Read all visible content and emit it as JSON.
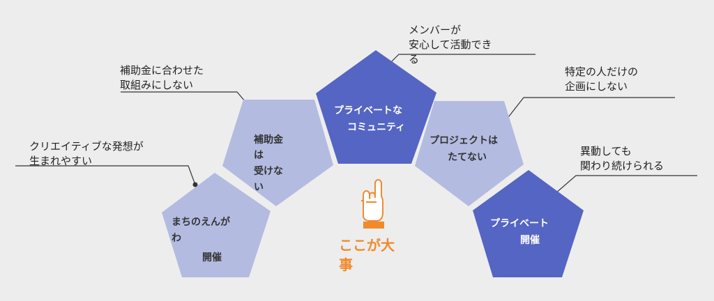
{
  "colors": {
    "light_pentagon": "#b3bbe0",
    "dark_pentagon": "#5565c3",
    "line": "#333333",
    "accent": "#f08a2c",
    "background": "#ededed"
  },
  "pentagons": [
    {
      "id": "machi",
      "lines": [
        "まちのえんが",
        "わ",
        "開催"
      ],
      "style": "light"
    },
    {
      "id": "hojo",
      "lines": [
        "補助金",
        "は",
        "受けな",
        "い"
      ],
      "style": "light"
    },
    {
      "id": "private-community",
      "lines": [
        "プライベートな",
        "コミュニティ"
      ],
      "style": "dark"
    },
    {
      "id": "project",
      "lines": [
        "プロジェクトは",
        "たてない"
      ],
      "style": "light"
    },
    {
      "id": "private-event",
      "lines": [
        "プライベート",
        "開催"
      ],
      "style": "dark"
    }
  ],
  "annotations": [
    {
      "id": "creative",
      "lines": [
        "クリエイティブな発想が",
        "生まれやすい"
      ]
    },
    {
      "id": "subsidy",
      "lines": [
        "補助金に合わせた",
        "取組みにしない"
      ]
    },
    {
      "id": "members",
      "lines": [
        "メンバーが",
        "安心して活動でき",
        "る"
      ]
    },
    {
      "id": "specific",
      "lines": [
        "特定の人だけの",
        "企画にしない"
      ]
    },
    {
      "id": "continue",
      "lines": [
        "異動しても",
        "関わり続けられる"
      ]
    }
  ],
  "center": {
    "icon": "pointing-hand-icon",
    "caption": "ここが大事"
  }
}
